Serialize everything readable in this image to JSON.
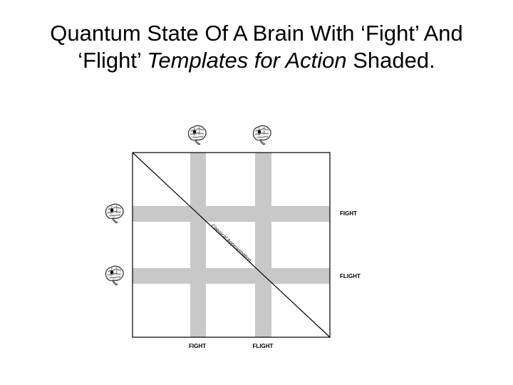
{
  "title": {
    "line1": "Quantum State Of A Brain With ‘Fight’ And",
    "line2_pre": "‘Flight’ ",
    "line2_italic": "Templates for Action",
    "line2_post": " Shaded."
  },
  "diagram": {
    "row_labels": [
      "FIGHT",
      "FLIGHT"
    ],
    "column_labels": [
      "FIGHT",
      "FLIGHT"
    ],
    "diagonal_label": "Classical Approximation",
    "colors": {
      "shade": "#c8c8c8",
      "line": "#000000",
      "background": "#ffffff"
    },
    "icons": [
      "brain-icon",
      "brain-icon",
      "brain-icon",
      "brain-icon"
    ]
  }
}
